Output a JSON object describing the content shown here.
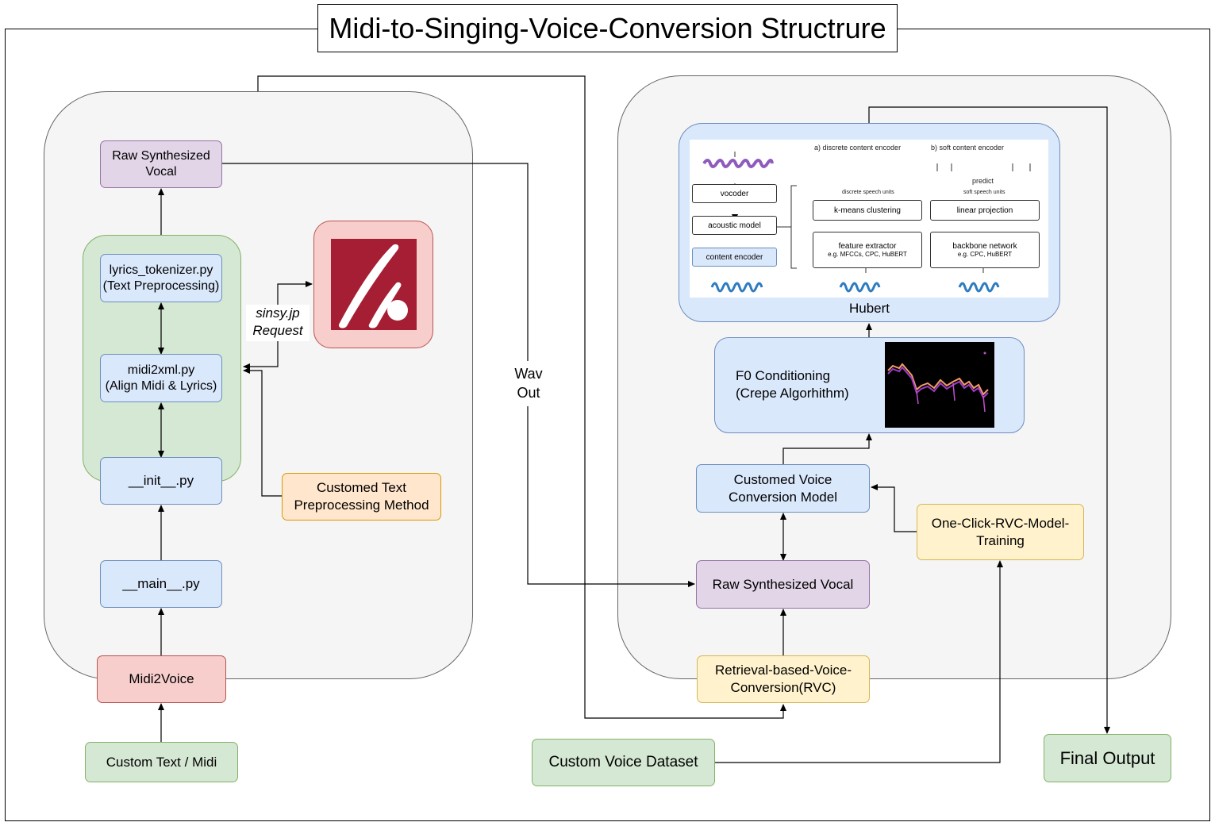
{
  "title": "Midi-to-Singing-Voice-Conversion Structrure",
  "left_group": {
    "raw_synth": "Raw Synthesized\nVocal",
    "lyrics_tokenizer": "lyrics_tokenizer.py\n(Text Preprocessing)",
    "midi2xml": "midi2xml.py\n(Align Midi & Lyrics)",
    "init": "__init__.py",
    "main": "__main__.py",
    "midi2voice": "Midi2Voice",
    "custom_text_midi": "Custom Text / Midi",
    "customed_text": "Customed Text\nPreprocessing Method",
    "sinsy_request": "sinsy.jp\nRequest"
  },
  "wav_out": "Wav\nOut",
  "right_group": {
    "hubert_label": "Hubert",
    "hubert_figure": {
      "panel_a": "a) discrete content encoder",
      "panel_b": "b) soft content encoder",
      "vocoder": "vocoder",
      "acoustic_model": "acoustic model",
      "content_encoder": "content encoder",
      "kmeans": "k-means clustering",
      "feature_extractor": "feature extractor",
      "feature_extractor_sub": "e.g. MFCCs, CPC, HuBERT",
      "linear_projection": "linear projection",
      "backbone": "backbone network",
      "backbone_sub": "e.g. CPC, HuBERT",
      "predict": "predict",
      "discrete_units": "discrete speech units",
      "soft_units": "soft speech units"
    },
    "f0": "F0 Conditioning\n(Crepe Algorhithm)",
    "custom_vc_model": "Customed Voice\nConversion Model",
    "one_click": "One-Click-RVC-Model-\nTraining",
    "raw_synth_right": "Raw Synthesized Vocal",
    "rvc": "Retrieval-based-Voice-\nConversion(RVC)"
  },
  "custom_voice_dataset": "Custom Voice Dataset",
  "final_output": "Final Output",
  "colors": {
    "blue": "#dae8fc",
    "purple": "#e1d5e7",
    "red": "#f8cecc",
    "green": "#d5e8d4",
    "orange": "#ffe6cc",
    "yellow": "#fff2cc",
    "sinsy_logo": "#a51e34"
  },
  "icons": [
    "sinsy-logo-icon",
    "f0-spectrogram-icon",
    "hubert-diagram-figure"
  ]
}
